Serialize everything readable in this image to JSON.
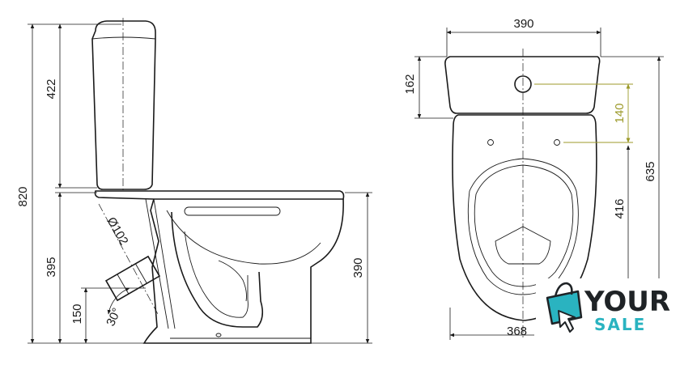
{
  "side_view": {
    "dims": {
      "overall_height": "820",
      "tank_height": "422",
      "seat_height": "395",
      "outlet_height": "150",
      "bowl_height": "390",
      "outlet_diameter": "Ø102",
      "outlet_angle": "30°"
    }
  },
  "top_view": {
    "dims": {
      "width": "390",
      "tank_depth": "162",
      "hinge_spacing": "140",
      "hinge_to_front": "416",
      "overall_depth": "635",
      "bowl_length": "368"
    }
  },
  "watermark": {
    "word1": "YOUR",
    "word2": "SALE",
    "colors": {
      "teal": "#2ab3c0",
      "dark": "#1f2326"
    }
  }
}
